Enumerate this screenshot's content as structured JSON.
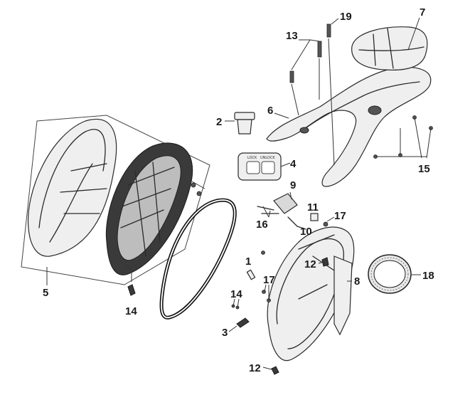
{
  "diagram": {
    "callouts": [
      {
        "id": "c1",
        "text": "1"
      },
      {
        "id": "c2",
        "text": "2"
      },
      {
        "id": "c3",
        "text": "3"
      },
      {
        "id": "c4",
        "text": "4"
      },
      {
        "id": "c5",
        "text": "5"
      },
      {
        "id": "c6",
        "text": "6"
      },
      {
        "id": "c7",
        "text": "7"
      },
      {
        "id": "c8",
        "text": "8"
      },
      {
        "id": "c9",
        "text": "9"
      },
      {
        "id": "c10",
        "text": "10"
      },
      {
        "id": "c11",
        "text": "11"
      },
      {
        "id": "c12a",
        "text": "12"
      },
      {
        "id": "c12b",
        "text": "12"
      },
      {
        "id": "c13",
        "text": "13"
      },
      {
        "id": "c14a",
        "text": "14"
      },
      {
        "id": "c14b",
        "text": "14"
      },
      {
        "id": "c15",
        "text": "15"
      },
      {
        "id": "c16",
        "text": "16"
      },
      {
        "id": "c17a",
        "text": "17"
      },
      {
        "id": "c17b",
        "text": "17"
      },
      {
        "id": "c18",
        "text": "18"
      },
      {
        "id": "c19",
        "text": "19"
      }
    ],
    "label_sticker": {
      "left": "LOCK",
      "right": "UNLOCK"
    }
  }
}
